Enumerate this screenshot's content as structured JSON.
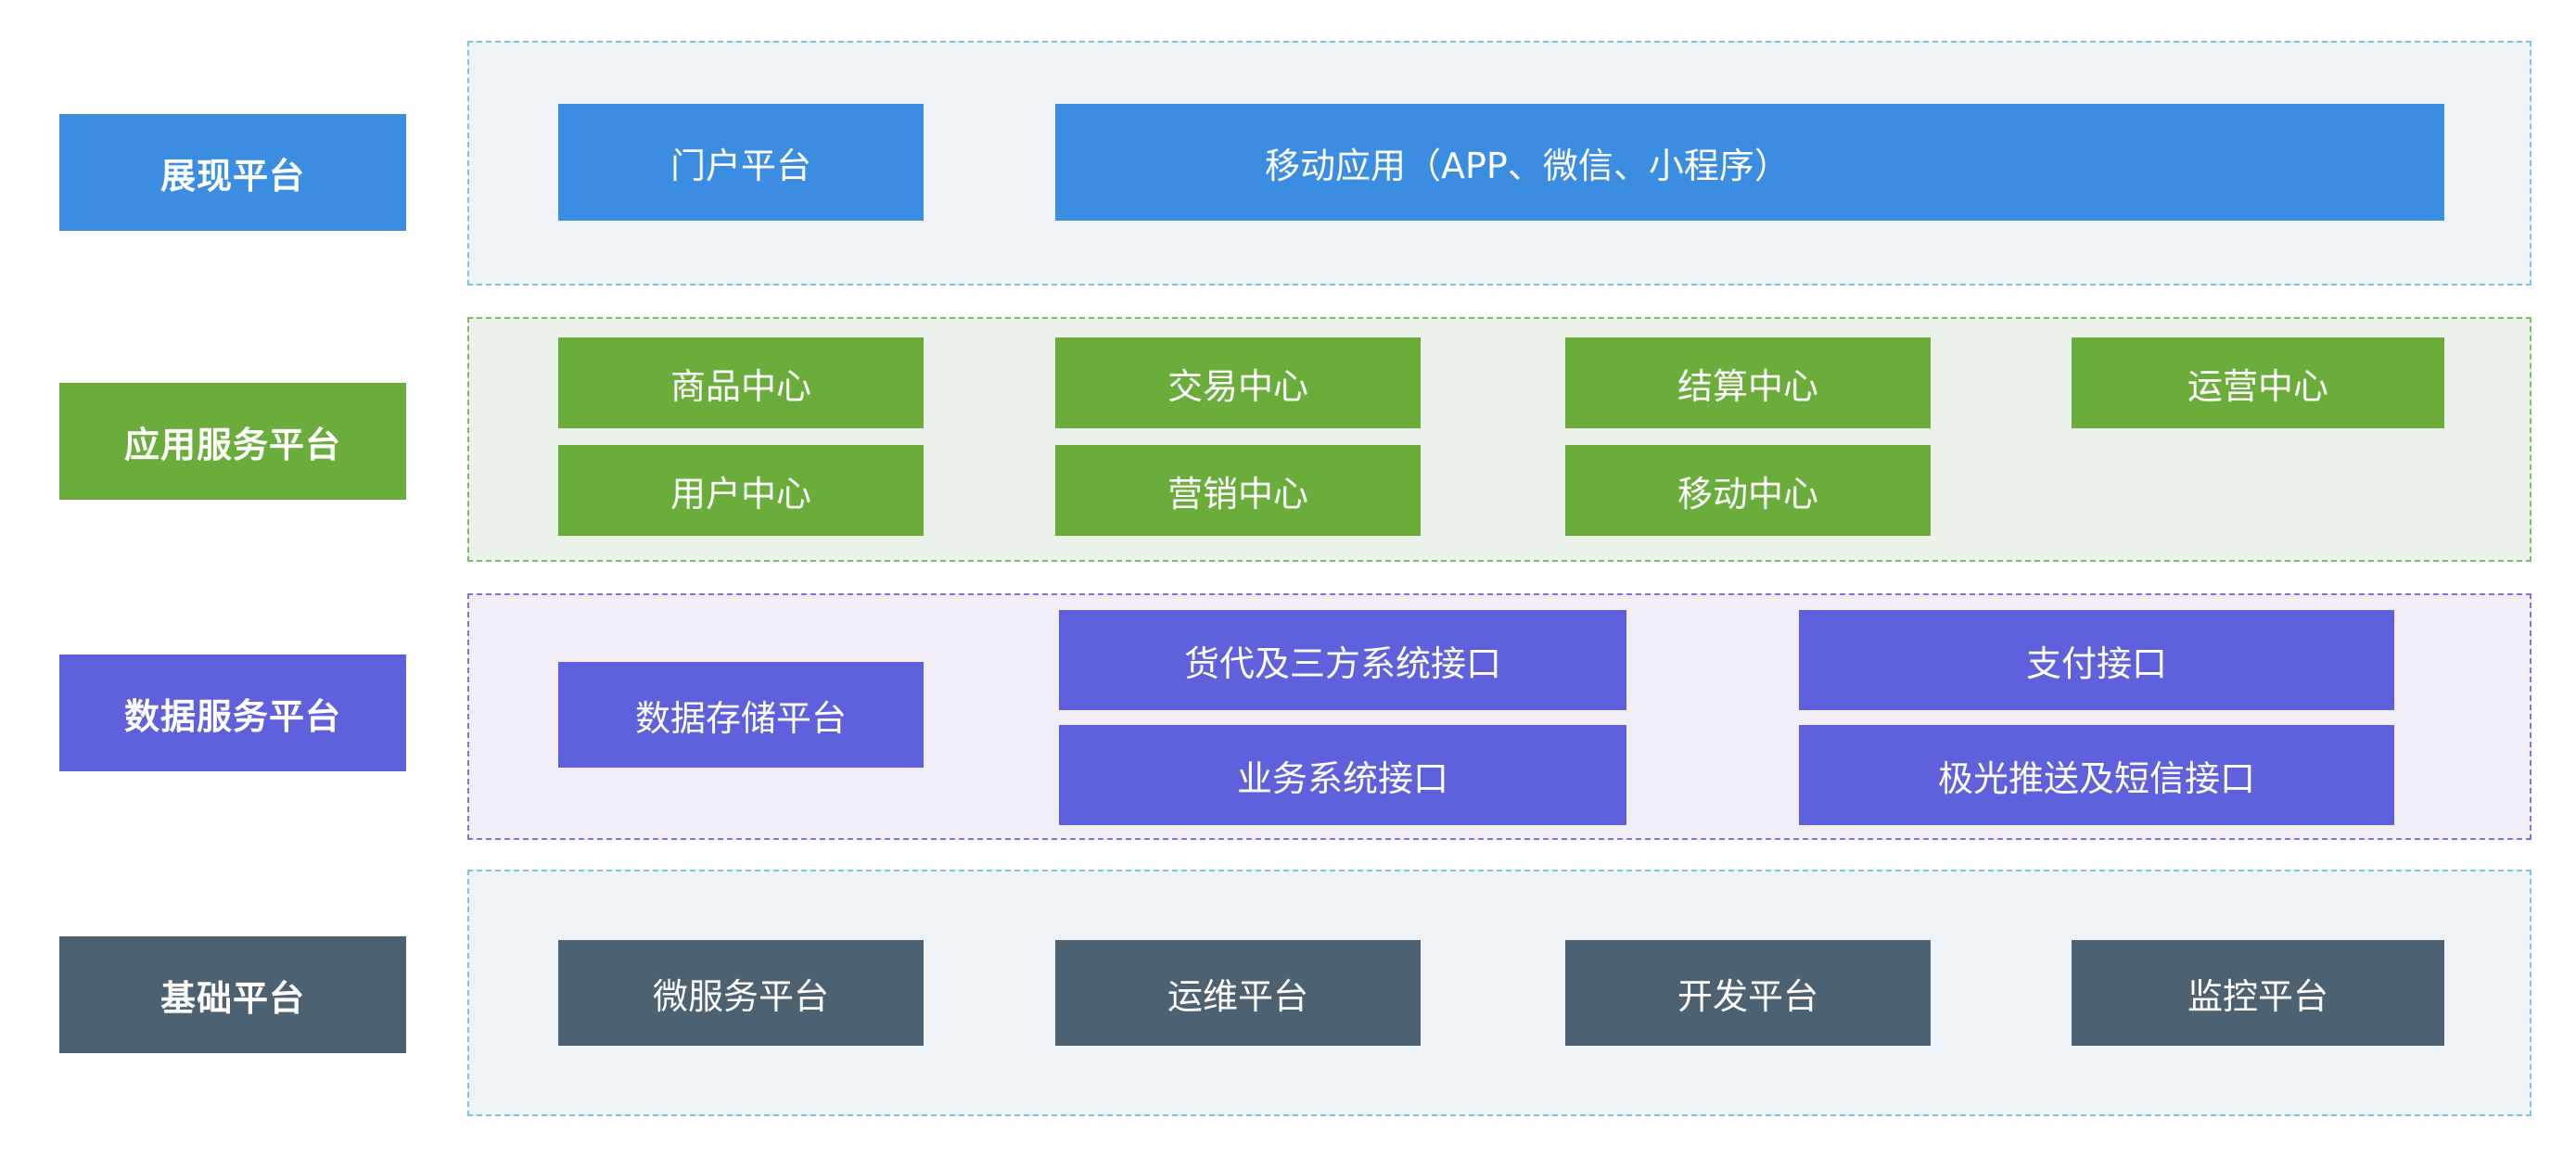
{
  "layers": [
    {
      "label": "展现平台",
      "color": "#3b8de2",
      "panel_bg": "#edf3f6",
      "panel_border": "#7cc5dd",
      "items": [
        "门户平台",
        "移动应用（APP、微信、小程序）"
      ]
    },
    {
      "label": "应用服务平台",
      "color": "#6aad3a",
      "panel_bg": "#eaf2ea",
      "panel_border": "#7fbd62",
      "items": [
        "商品中心",
        "交易中心",
        "结算中心",
        "运营中心",
        "用户中心",
        "营销中心",
        "移动中心"
      ]
    },
    {
      "label": "数据服务平台",
      "color": "#5f60dc",
      "panel_bg": "#f1eef8",
      "panel_border": "#8d6dd6",
      "items": [
        "数据存储平台",
        "货代及三方系统接口",
        "支付接口",
        "业务系统接口",
        "极光推送及短信接口"
      ]
    },
    {
      "label": "基础平台",
      "color": "#4c6272",
      "panel_bg": "#edf3f6",
      "panel_border": "#7cc5dd",
      "items": [
        "微服务平台",
        "运维平台",
        "开发平台",
        "监控平台"
      ]
    }
  ]
}
